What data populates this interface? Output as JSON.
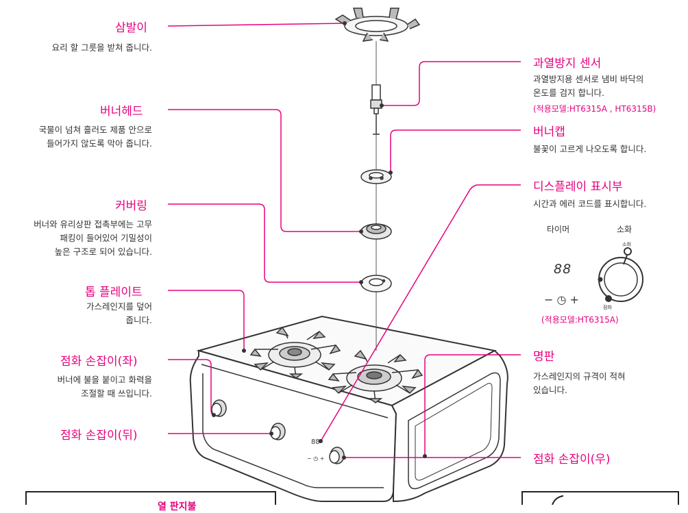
{
  "colors": {
    "accent": "#e6007e",
    "line": "#333333"
  },
  "parts": [
    {
      "id": "trivet",
      "title": "삼발이",
      "desc": "요리 할 그릇을 받쳐 줍니다."
    },
    {
      "id": "burner-head",
      "title": "버너헤드",
      "desc": "국물이 넘쳐 흘러도 제품 안으로\n들어가지 않도록 막아 줍니다."
    },
    {
      "id": "cover-ring",
      "title": "커버링",
      "desc": "버너와 유리상판 접촉부에는 고무\n패킹이 들어있어 기밀성이\n높은 구조로 되어 있습니다."
    },
    {
      "id": "top-plate",
      "title": "톱 플레이트",
      "desc": "가스레인지를 덮어\n줍니다."
    },
    {
      "id": "knob-left",
      "title": "점화 손잡이(좌)",
      "desc": "버너에 불을 붙이고 화력을\n조절할 때 쓰입니다."
    },
    {
      "id": "knob-back",
      "title": "점화 손잡이(뒤)",
      "desc": ""
    },
    {
      "id": "sensor",
      "title": "과열방지 센서",
      "desc": "과열방지용 센서로 냄비 바닥의\n온도를 검지 합니다.",
      "note": "(적용모델:HT6315A , HT6315B)"
    },
    {
      "id": "burner-cap",
      "title": "버너캡",
      "desc": "불꽃이 고르게 나오도록 합니다."
    },
    {
      "id": "display",
      "title": "디스플레이 표시부",
      "desc": "시간과 에러 코드를 표시합니다."
    },
    {
      "id": "nameplate",
      "title": "명판",
      "desc": "가스레인지의 규격이 적혀\n있습니다."
    },
    {
      "id": "knob-right",
      "title": "점화 손잡이(우)",
      "desc": ""
    }
  ],
  "display_panel": {
    "timer_label": "타이머",
    "extinguish_label": "소화",
    "digits": "88",
    "controls": "− ◷ +",
    "dial_top": "소화",
    "dial_bottom": "점화",
    "note": "(적용모델:HT6315A)"
  },
  "front_panel": {
    "digits": "88",
    "controls": "− ◷ +"
  },
  "bottom_box_partial_text": "열 판지불"
}
